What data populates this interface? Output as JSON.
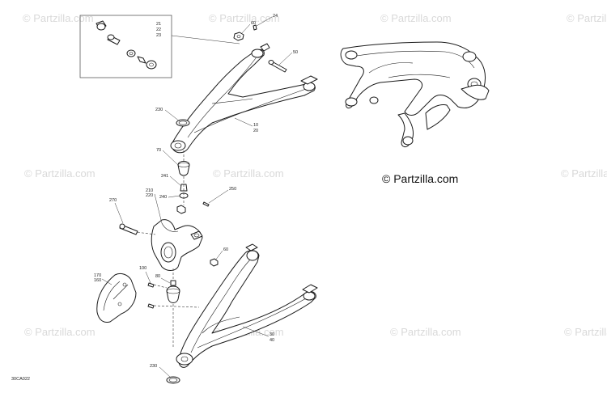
{
  "watermark": "© Partzilla.com",
  "brand_mark": "© Partzilla.com",
  "figure_code": "30CA022",
  "callouts": {
    "c21": "21",
    "c22": "22",
    "c23": "23",
    "c60a": "60",
    "c24": "24",
    "c50": "50",
    "c230a": "230",
    "c10": "10",
    "c20": "20",
    "c70": "70",
    "c241": "241",
    "c240": "240",
    "c210": "210",
    "c220": "220",
    "c250": "250",
    "c270": "270",
    "c60b": "60",
    "c170": "170",
    "c160": "160",
    "c100": "100",
    "c80": "80",
    "c30": "30",
    "c40": "40",
    "c230b": "230"
  }
}
